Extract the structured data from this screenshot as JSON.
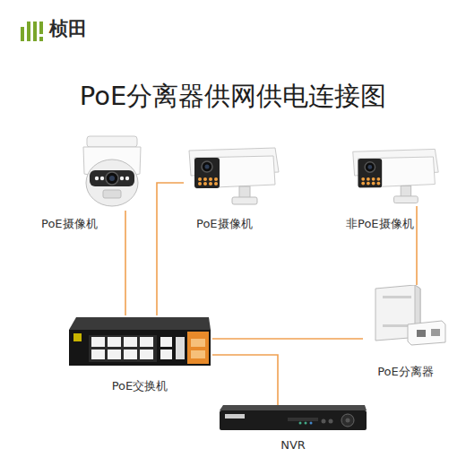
{
  "diagram": {
    "title": "PoE分离器供网供电连接图",
    "nodes": [
      {
        "text": [
          "PoE摄像机"
        ]
      },
      {
        "text": [
          "PoE摄像机"
        ]
      },
      {
        "text": [
          "非PoE摄像机"
        ]
      },
      {
        "text": [
          "PoE交换机"
        ]
      },
      {
        "text": [
          "PoE分离器"
        ]
      },
      {
        "text": [
          "NVR"
        ]
      }
    ],
    "edges": [
      {
        "from": 3,
        "to": 0,
        "arrow": "none"
      },
      {
        "from": 3,
        "to": 1,
        "arrow": "none"
      },
      {
        "from": 3,
        "to": 4,
        "arrow": "none"
      },
      {
        "from": 4,
        "to": 2,
        "arrow": "none"
      },
      {
        "from": 3,
        "to": 5,
        "arrow": "none"
      }
    ],
    "labels": [
      "桢田"
    ]
  }
}
